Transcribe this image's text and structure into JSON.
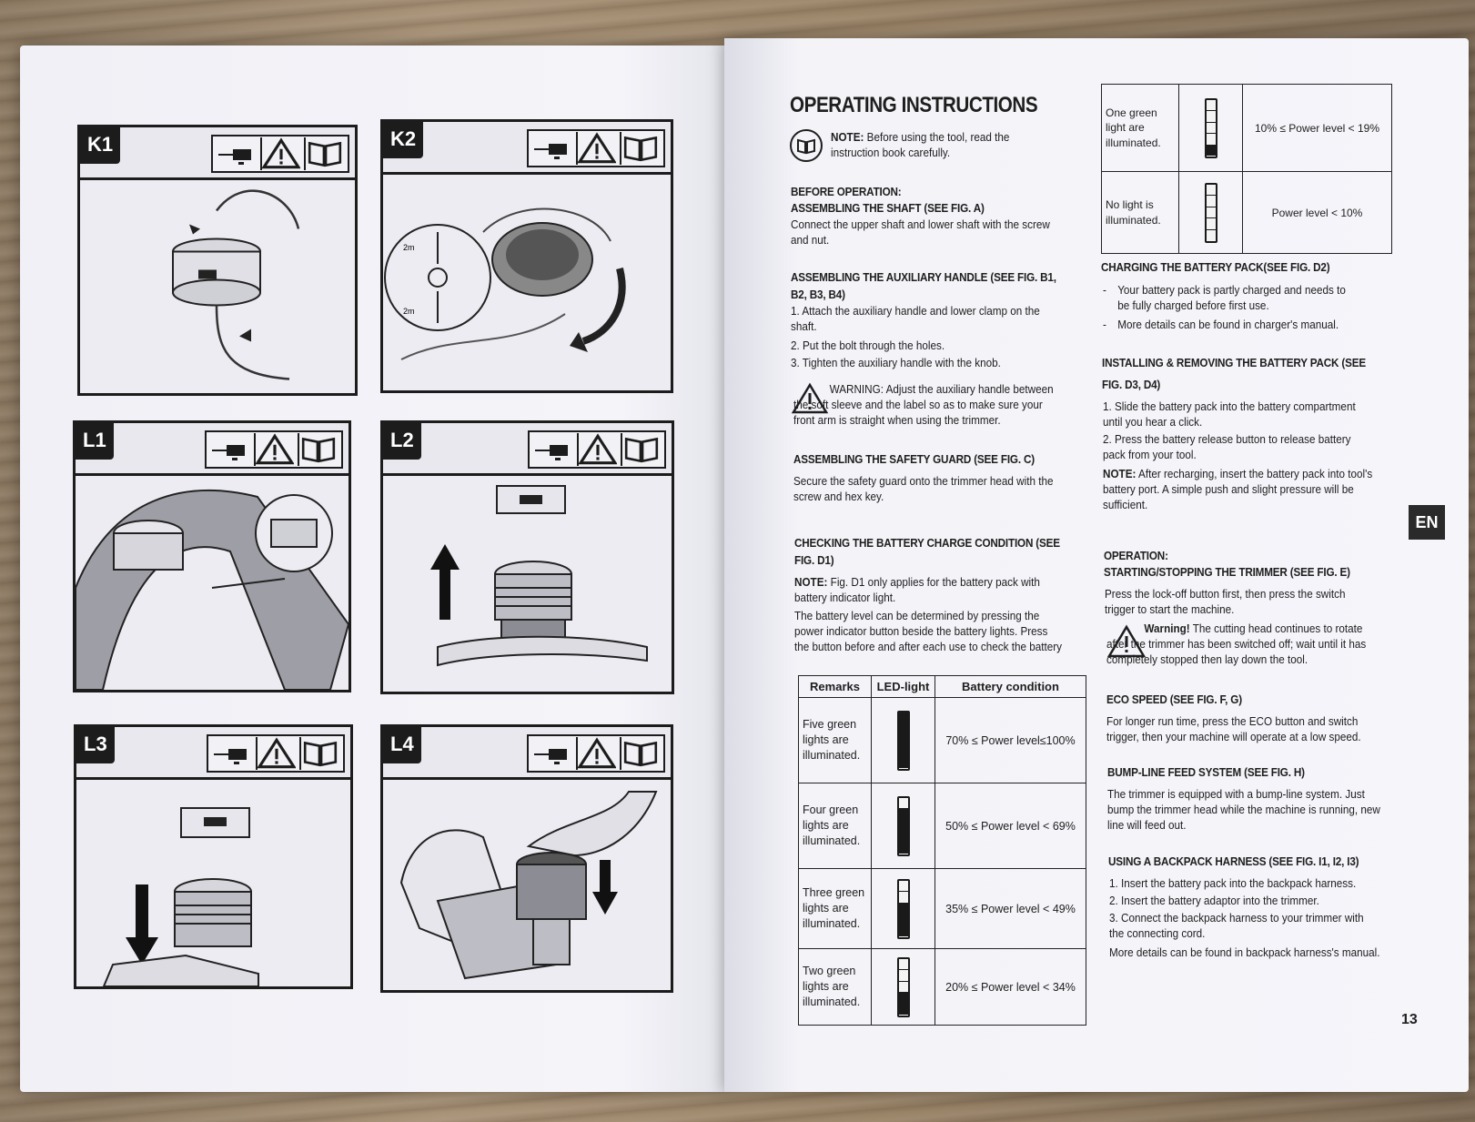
{
  "figures": [
    {
      "tag": "K1"
    },
    {
      "tag": "K2"
    },
    {
      "tag": "L1"
    },
    {
      "tag": "L2"
    },
    {
      "tag": "L3"
    },
    {
      "tag": "L4"
    }
  ],
  "k2_labels": {
    "top": "2m",
    "bottom": "2m"
  },
  "right": {
    "title": "OPERATING INSTRUCTIONS",
    "note_label": "NOTE:",
    "note_text": "Before using the tool, read the instruction book carefully.",
    "before_operation": "BEFORE OPERATION:",
    "shaft_heading": "ASSEMBLING THE SHAFT (SEE FIG. A)",
    "shaft_text": "Connect the upper shaft and lower shaft with the screw and nut.",
    "aux_heading_1": "ASSEMBLING THE AUXILIARY HANDLE (SEE FIG. B1,",
    "aux_heading_2": "B2, B3, B4)",
    "aux_steps": [
      "1. Attach the auxiliary handle and lower clamp on the shaft.",
      "2. Put the bolt through the holes.",
      "3. Tighten the auxiliary handle with the knob."
    ],
    "warning_1": "WARNING: Adjust the auxiliary handle between the soft sleeve and the label so as to make sure your front arm is straight when using the trimmer.",
    "guard_heading": "ASSEMBLING THE SAFETY GUARD (SEE FIG. C)",
    "guard_text": "Secure the safety guard onto the trimmer head with the screw and hex key.",
    "charge_heading_1": "CHECKING THE BATTERY CHARGE CONDITION (SEE",
    "charge_heading_2": "FIG. D1)",
    "charge_note_label": "NOTE:",
    "charge_note_text": "Fig. D1 only applies for the battery pack with battery indicator light.",
    "charge_text": "The battery level can be determined by pressing the power indicator button beside the battery lights. Press the button before and after each use to check the battery",
    "table_headers": [
      "Remarks",
      "LED-light",
      "Battery condition"
    ],
    "table_rows": [
      {
        "remark": "Five green lights are illuminated.",
        "on": 5,
        "condition": "70% ≤ Power level≤100%"
      },
      {
        "remark": "Four green lights are illuminated.",
        "on": 4,
        "condition": "50% ≤ Power level < 69%"
      },
      {
        "remark": "Three green lights are illuminated.",
        "on": 3,
        "condition": "35% ≤ Power level < 49%"
      },
      {
        "remark": "Two green lights are illuminated.",
        "on": 2,
        "condition": "20% ≤ Power level < 34%"
      }
    ],
    "table2_rows": [
      {
        "remark": "One green light are illuminated.",
        "on": 1,
        "condition": "10% ≤ Power level < 19%"
      },
      {
        "remark": "No light is illuminated.",
        "on": 0,
        "condition": "Power level < 10%"
      }
    ],
    "charging_heading": "CHARGING THE BATTERY PACK(SEE FIG. D2)",
    "charging_items": [
      "Your battery pack is partly charged and needs to be fully charged before first use.",
      "More details can be found in charger's manual."
    ],
    "install_heading_1": "INSTALLING & REMOVING THE BATTERY PACK (SEE",
    "install_heading_2": "FIG. D3, D4)",
    "install_steps": [
      "1. Slide the battery pack into the battery compartment until you hear a click.",
      "2. Press the battery release button to release battery pack from your tool."
    ],
    "install_note_label": "NOTE:",
    "install_note_text": "After recharging, insert the battery pack into tool's battery port. A simple push and slight pressure will be sufficient.",
    "operation_heading": "OPERATION:",
    "start_heading": "STARTING/STOPPING THE TRIMMER (SEE FIG. E)",
    "start_text": "Press the lock-off button first, then press the switch trigger to start the machine.",
    "warning_2_label": "Warning!",
    "warning_2_text": "The cutting head continues to rotate after the trimmer has been switched off; wait until it has completely stopped then lay down the tool.",
    "eco_heading": "ECO SPEED (SEE FIG. F, G)",
    "eco_text": "For longer run time, press the ECO button and switch trigger, then your machine will operate at a low speed.",
    "bump_heading": "BUMP-LINE FEED SYSTEM (SEE FIG. H)",
    "bump_text": "The trimmer is equipped with a bump-line system. Just bump the trimmer head while the machine is running, new line will feed out.",
    "harness_heading": "USING A BACKPACK HARNESS (SEE FIG. I1, I2, I3)",
    "harness_steps": [
      "1. Insert the battery pack into the backpack harness.",
      "2. Insert the battery adaptor into the trimmer.",
      "3. Connect the backpack harness to your trimmer with the connecting cord."
    ],
    "harness_more": "More details can be found in backpack harness's manual.",
    "lang_tab": "EN",
    "page_number": "13"
  }
}
